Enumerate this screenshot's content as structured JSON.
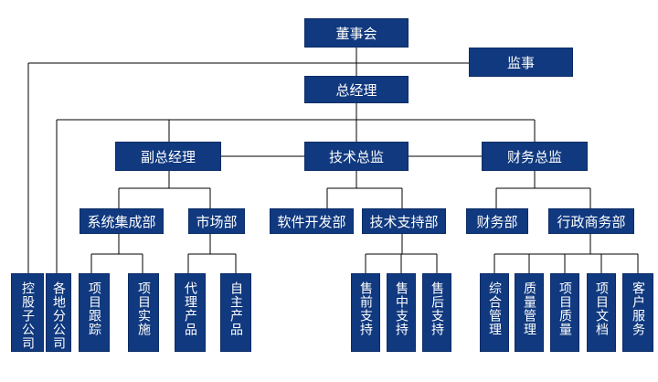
{
  "colors": {
    "box_fill": "#10397F",
    "box_text": "#FFFFFF",
    "line": "#000000"
  },
  "org": {
    "board": "董事会",
    "supervisor": "监事",
    "gm": "总经理",
    "deputy_gm": "副总经理",
    "tech_director": "技术总监",
    "finance_director": "财务总监",
    "system_integration": "系统集成部",
    "marketing": "市场部",
    "software_dev": "软件开发部",
    "tech_support": "技术支持部",
    "finance_dept": "财务部",
    "admin_business": "行政商务部",
    "holding_sub": "控股子公司",
    "branches": "各地分公司",
    "project_tracking": "项目跟踪",
    "project_implementation": "项目实施",
    "agent_products": "代理产品",
    "own_products": "自主产品",
    "presales_support": "售前支持",
    "insales_support": "售中支持",
    "aftersales_support": "售后支持",
    "general_management": "综合管理",
    "quality_management": "质量管理",
    "project_quality": "项目质量",
    "project_documents": "项目文档",
    "customer_service": "客户服务"
  }
}
